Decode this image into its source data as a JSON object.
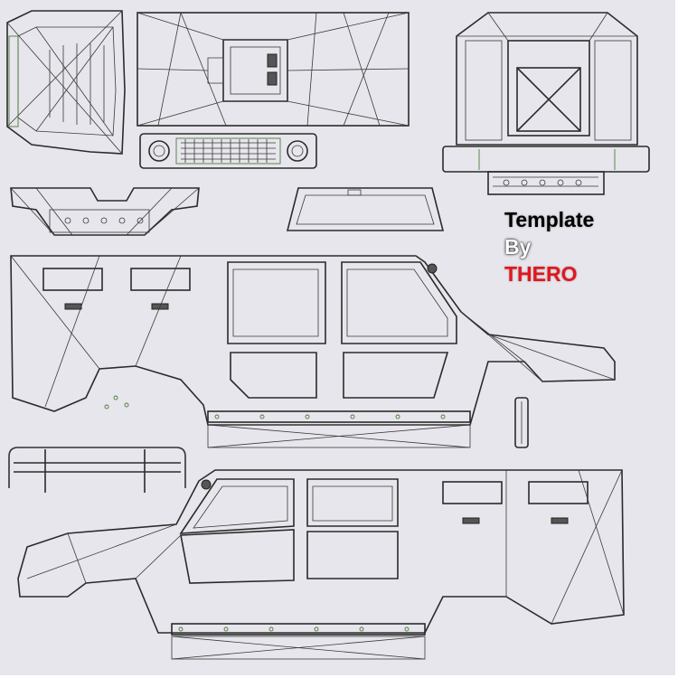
{
  "credit": {
    "line1": "Template",
    "line2": "By",
    "line3": "THERO"
  },
  "colors": {
    "background": "#e6e6ec",
    "wire": "#3a3a3a",
    "seam": "#4d7a3a",
    "credit_primary": "#000000",
    "credit_secondary": "#ffffff",
    "credit_accent": "#e3161d"
  },
  "parts": [
    "hood-panel",
    "roof-panel",
    "front-grille",
    "rear-view",
    "front-bumper",
    "windshield-frame",
    "left-side-body",
    "right-side-body",
    "roll-bar",
    "door-handle"
  ]
}
